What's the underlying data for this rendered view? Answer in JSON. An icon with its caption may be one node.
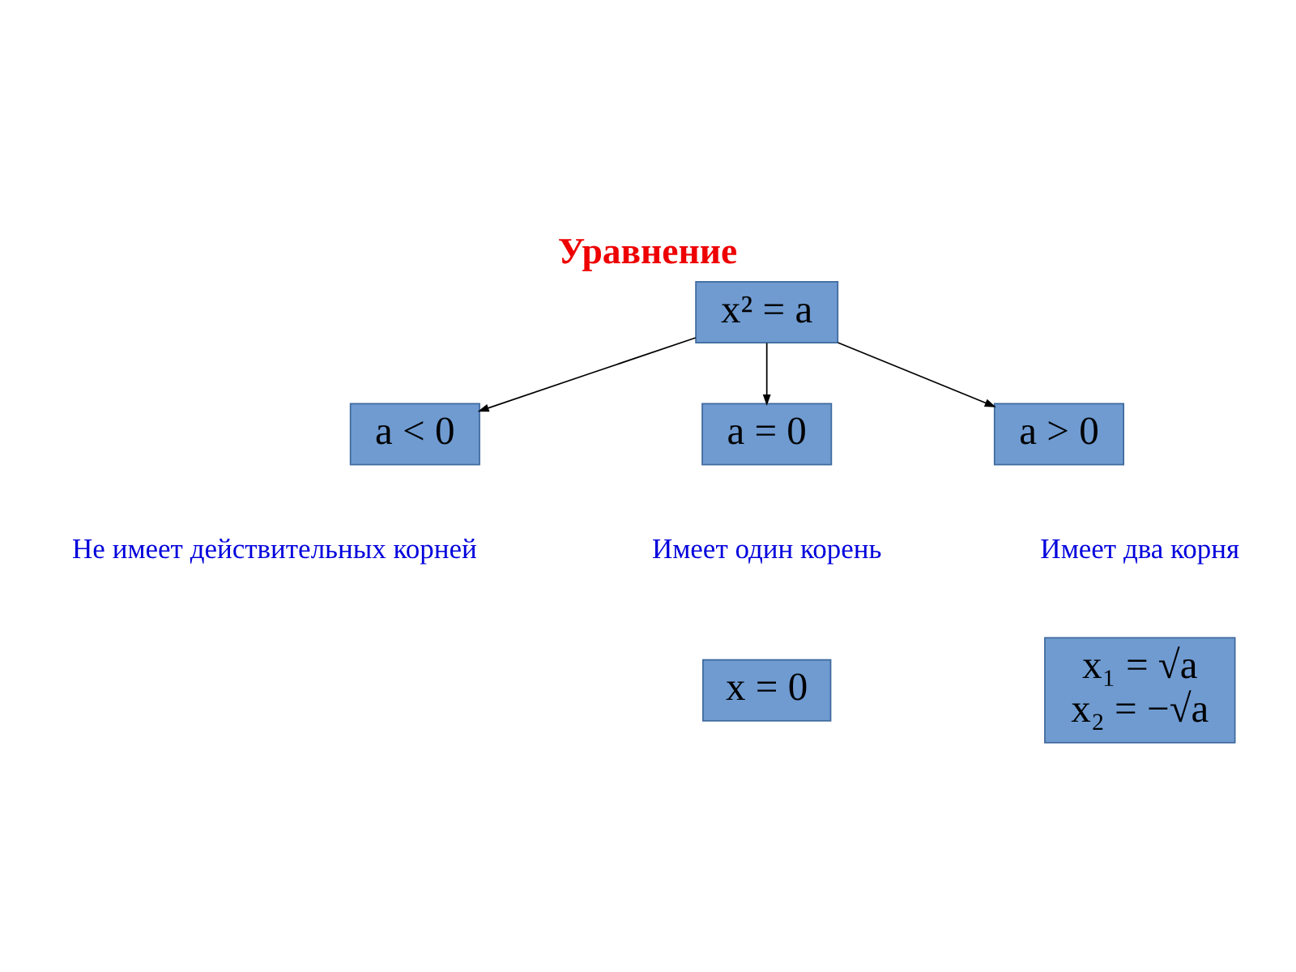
{
  "diagram": {
    "title": "Уравнение",
    "nodes": [
      {
        "text": [
          "x² = a"
        ]
      },
      {
        "text": [
          "a < 0"
        ],
        "beside": [
          "Не имеет действительных корней"
        ]
      },
      {
        "text": [
          "a = 0"
        ],
        "beside": [
          "Имеет один корень"
        ]
      },
      {
        "text": [
          "a > 0"
        ],
        "beside": [
          "Имеет два корня"
        ]
      },
      {
        "text": [
          "x = 0"
        ]
      },
      {
        "text": [
          "x₁ = √a",
          "x₂ = −√a"
        ]
      }
    ],
    "edges": [
      {
        "from": 0,
        "to": 1,
        "arrow": "to"
      },
      {
        "from": 0,
        "to": 2,
        "arrow": "to"
      },
      {
        "from": 0,
        "to": 3,
        "arrow": "to"
      }
    ]
  }
}
